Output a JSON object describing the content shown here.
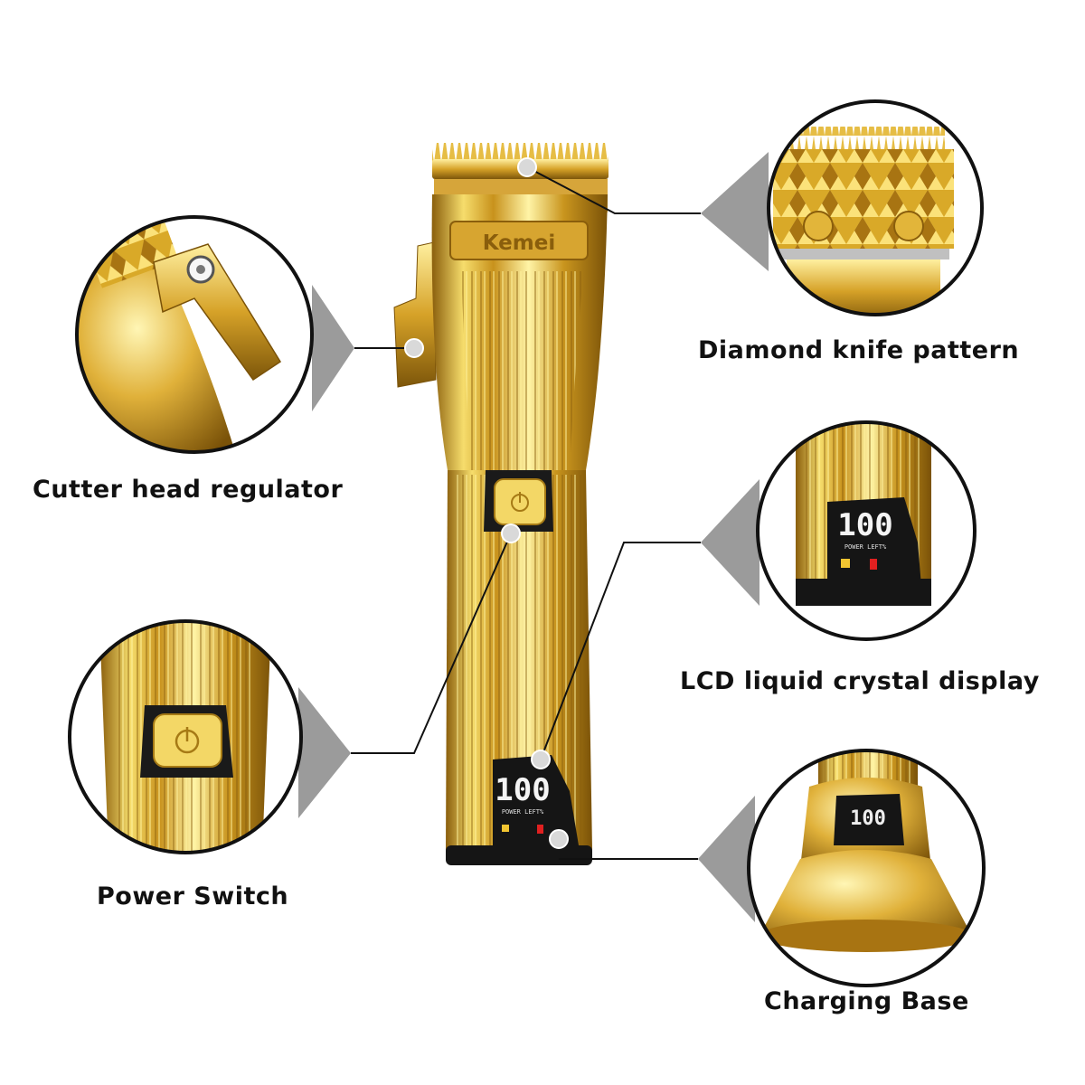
{
  "product": {
    "brand": "Kemei",
    "lcd_value": "100",
    "lcd_caption": "POWER LEFT%"
  },
  "callouts": {
    "diamond_knife": "Diamond knife pattern",
    "cutter_head": "Cutter head regulator",
    "lcd_display": "LCD liquid crystal display",
    "power_switch": "Power Switch",
    "charging_base": "Charging Base"
  },
  "colors": {
    "gold_light": "#fbe98a",
    "gold_mid": "#d9a928",
    "gold_dark": "#7a5208",
    "outline": "#111111",
    "dot": "#d9d9d9"
  }
}
